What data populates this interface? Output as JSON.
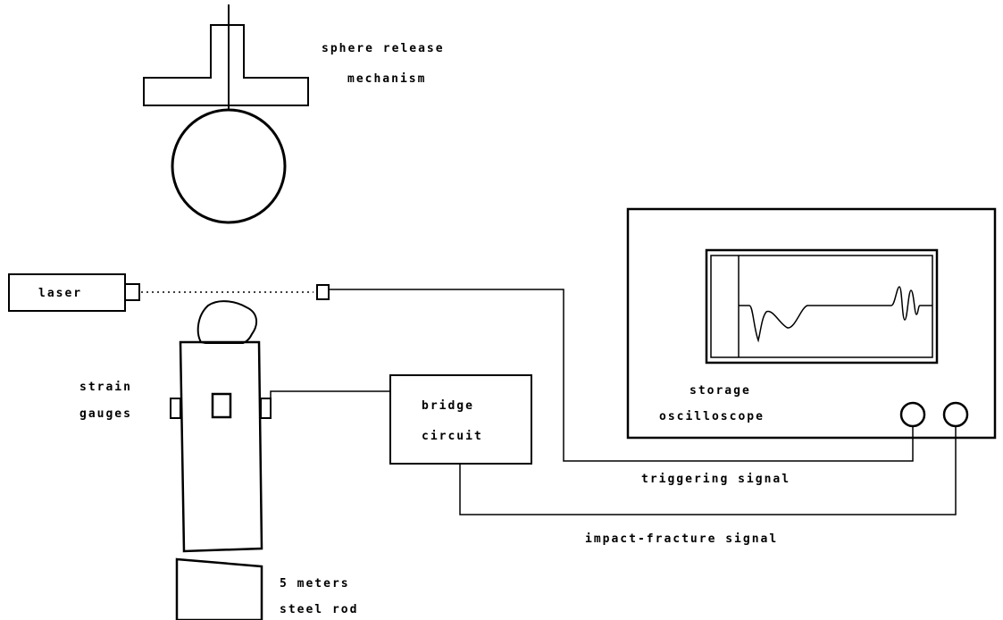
{
  "labels": {
    "sphere_release_line1": "sphere release",
    "sphere_release_line2": "mechanism",
    "laser": "laser",
    "strain_gauges_line1": "strain",
    "strain_gauges_line2": "gauges",
    "bridge_circuit_line1": "bridge",
    "bridge_circuit_line2": "circuit",
    "storage_oscilloscope_line1": "storage",
    "storage_oscilloscope_line2": "oscilloscope",
    "triggering_signal": "triggering signal",
    "impact_fracture_signal": "impact-fracture signal",
    "steel_rod_line1": "5 meters",
    "steel_rod_line2": "steel rod"
  },
  "colors": {
    "stroke": "#000000",
    "background": "#ffffff"
  }
}
